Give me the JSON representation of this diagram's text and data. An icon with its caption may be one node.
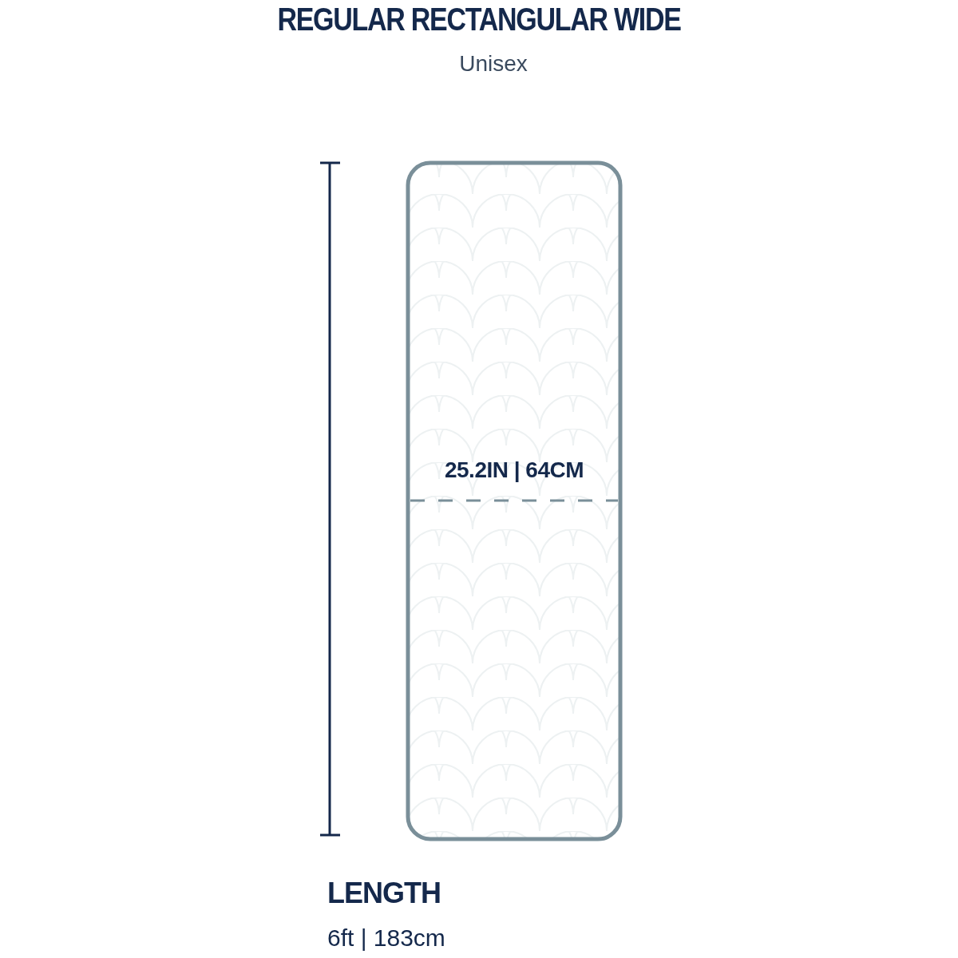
{
  "diagram": {
    "title": "REGULAR RECTANGULAR WIDE",
    "nodes": [
      {
        "text": [
          "25.2IN | 64CM"
        ]
      }
    ],
    "labels": [
      "Unisex",
      "LENGTH",
      "6ft | 183cm"
    ]
  }
}
